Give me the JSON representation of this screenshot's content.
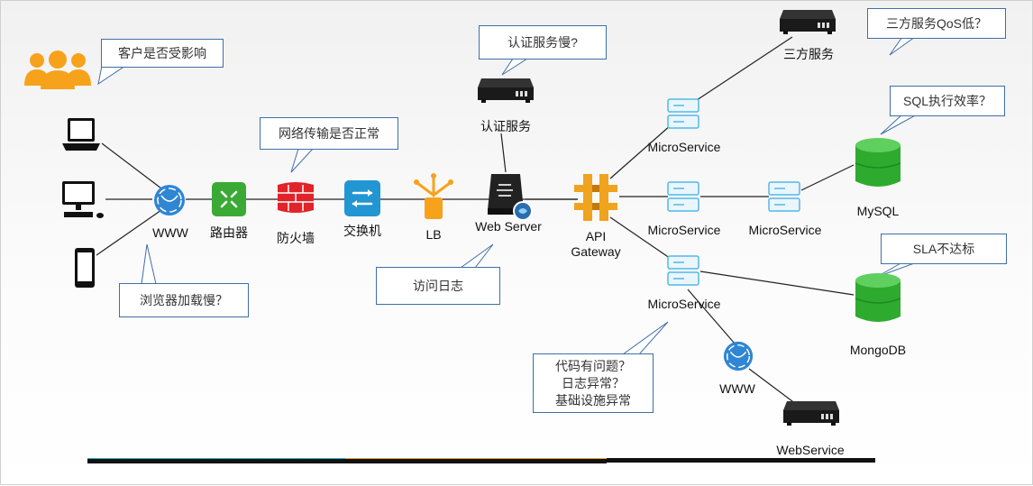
{
  "nodes": {
    "www_left": "WWW",
    "router": "路由器",
    "firewall": "防火墙",
    "switch": "交换机",
    "lb": "LB",
    "web_server": "Web Server",
    "auth_service": "认证服务",
    "api_gateway_line1": "API",
    "api_gateway_line2": "Gateway",
    "third_party": "三方服务",
    "micro_top": "MicroService",
    "micro_mid": "MicroService",
    "micro_mid_right": "MicroService",
    "micro_bottom": "MicroService",
    "mysql": "MySQL",
    "mongodb": "MongoDB",
    "www_bottom": "WWW",
    "web_service": "WebService"
  },
  "callouts": {
    "customer": "客户是否受影响",
    "network": "网络传输是否正常",
    "browser": "浏览器加载慢？",
    "auth_slow": "认证服务慢?",
    "access_log": "访问日志",
    "third_qos": "三方服务QoS低？",
    "sql_eff": "SQL执行效率？",
    "sla": "SLA不达标",
    "code_line1": "代码有问题？",
    "code_line2": "日志异常？",
    "code_line3": "基础设施异常"
  },
  "colors": {
    "accent_blue": "#3f6fa6",
    "router_green": "#3aaa35",
    "firewall_red": "#e0242a",
    "switch_blue": "#2196d3",
    "gateway_orange": "#f0a31e",
    "db_green": "#2eab2e",
    "micro_blue": "#52b8e8",
    "users_orange": "#f7a21b"
  },
  "icons": [
    "users-icon",
    "laptop-icon",
    "desktop-icon",
    "phone-icon",
    "globe-icon",
    "router-icon",
    "firewall-icon",
    "switch-icon",
    "load-balancer-icon",
    "server-icon",
    "gateway-icon",
    "microservice-icon",
    "database-icon"
  ]
}
